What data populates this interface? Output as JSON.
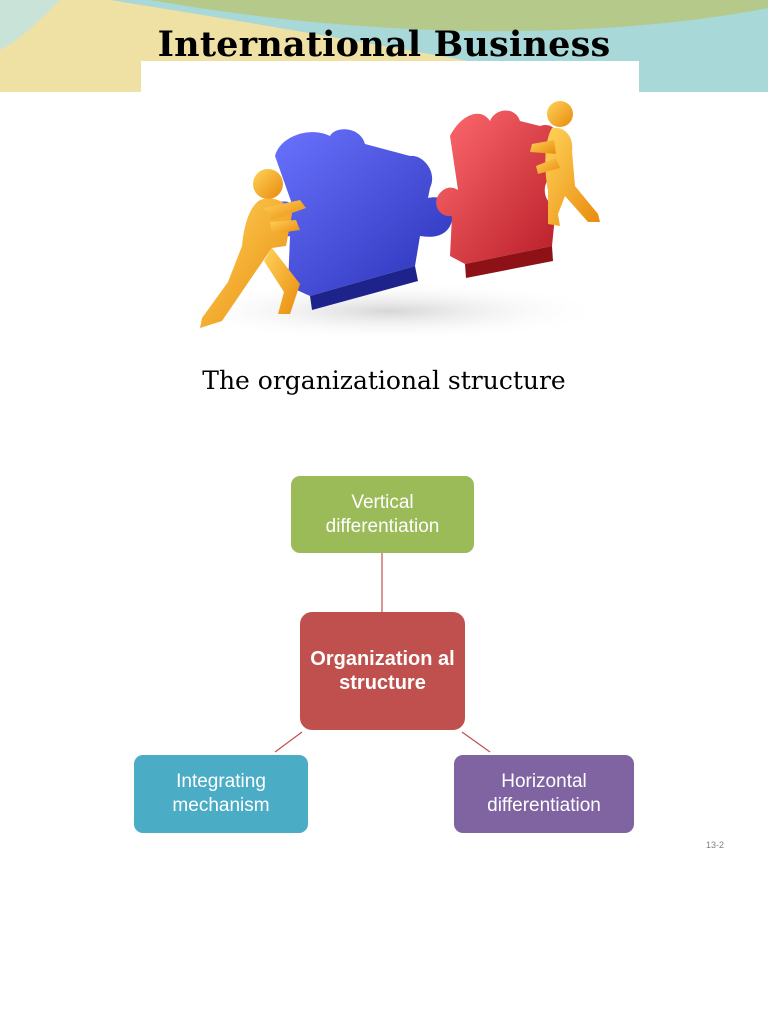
{
  "slide": {
    "title": "International Business",
    "subtitle": "The organizational structure",
    "slide_number": "13-2"
  },
  "diagram": {
    "center": {
      "label": "Organization al structure",
      "color": "#c0504d"
    },
    "top": {
      "label": "Vertical differentiation",
      "color": "#9bbb59"
    },
    "left": {
      "label": "Integrating mechanism",
      "color": "#4bacc6"
    },
    "right": {
      "label": "Horizontal differentiation",
      "color": "#8064a2"
    },
    "connector_color": "#c0504d"
  },
  "illustration": {
    "description_icon": "puzzle-pieces-pushers-icon",
    "piece_colors": [
      "#3b45d9",
      "#d9303a"
    ],
    "figure_color": "#f5a623"
  },
  "theme": {
    "band_colors": [
      "#a8d8d8",
      "#b5c98a",
      "#efe0a4"
    ]
  }
}
